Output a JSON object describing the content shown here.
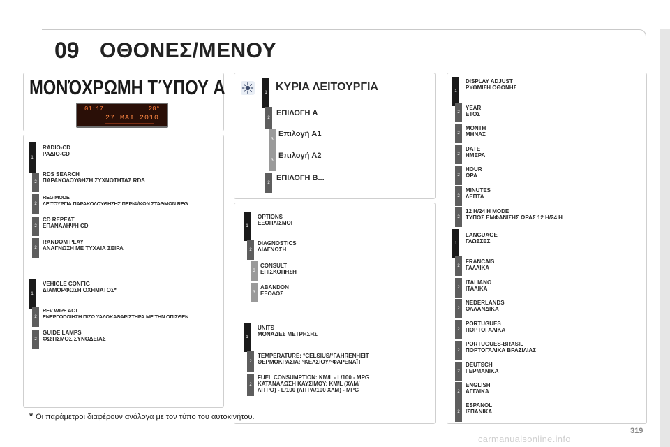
{
  "header": {
    "number": "09",
    "title": "ΟΘΟΝΕΣ/ΜΕΝΟΥ"
  },
  "left_top": {
    "title": "ΜΟΝΌΧΡΩΜΗ ΤΎΠΟΥ A",
    "lcd": {
      "time": "01:17",
      "temp": "20°",
      "date": "27 MAI 2010"
    }
  },
  "left_menu": [
    {
      "level": "1",
      "en": "RADIO-CD",
      "gr": "ΡΑΔΙΟ-CD"
    },
    {
      "level": "2",
      "en": "RDS SEARCH",
      "gr": "ΠΑΡΑΚΟΛΟΥΘΗΣΗ ΣΥΧΝΟΤΗΤΑΣ RDS"
    },
    {
      "level": "2",
      "en": "REG MODE",
      "gr": "ΛΕΙΤΟΥΡΓΙΑ ΠΑΡΑΚΟΛΟΥΘΗΣΗΣ ΠΕΡΙΦ/ΚΩΝ ΣΤΑΘΜΩΝ REG"
    },
    {
      "level": "2",
      "en": "CD REPEAT",
      "gr": "ΕΠΑΝΑΛΗΨΗ CD"
    },
    {
      "level": "2",
      "en": "RANDOM PLAY",
      "gr": "ΑΝΑΓΝΩΣΗ ΜΕ ΤΥΧΑΙΑ ΣΕΙΡΑ"
    },
    {
      "level": "1",
      "en": "VEHICLE CONFIG",
      "gr": "ΔΙΑΜΟΡΦΩΣΗ ΟΧΗΜΑΤΟΣ*"
    },
    {
      "level": "2",
      "en": "REV WIPE ACT",
      "gr": "ΕΝΕΡΓΟΠΟΙΗΣΗ ΠΙΣΩ ΥΑΛΟΚΑΘΑΡΙΣΤΗΡΑ ΜΕ ΤΗΝ ΟΠΙΣΘΕΝ"
    },
    {
      "level": "2",
      "en": "GUIDE LAMPS",
      "gr": "ΦΩΤΙΣΜΟΣ ΣΥΝΟΔΕΙΑΣ"
    }
  ],
  "main_func": {
    "title": "ΚΥΡΙΑ ΛΕΙΤΟΥΡΓΙΑ",
    "title_level": "1",
    "items": [
      {
        "level": "2",
        "label": "ΕΠΙΛΟΓΗ A"
      },
      {
        "level": "3",
        "label": "Επιλογή A1"
      },
      {
        "level": "3",
        "label": "Επιλογή A2"
      },
      {
        "level": "2",
        "label": "ΕΠΙΛΟΓΗ B..."
      }
    ]
  },
  "mid_menu": [
    {
      "level": "1",
      "en": "OPTIONS",
      "gr": "ΕΞΟΠΛΙΣΜΟΙ"
    },
    {
      "level": "2",
      "en": "DIAGNOSTICS",
      "gr": "ΔΙΑΓΝΩΣΗ"
    },
    {
      "level": "3",
      "en": "CONSULT",
      "gr": "ΕΠΙΣΚΟΠΗΣΗ"
    },
    {
      "level": "3",
      "en": "ABANDON",
      "gr": "ΕΞΟΔΟΣ"
    },
    {
      "level": "1",
      "en": "UNITS",
      "gr": "ΜΟΝΑΔΕΣ ΜΕΤΡΗΣΗΣ"
    },
    {
      "level": "2",
      "en": "TEMPERATURE: °CELSIUS/°FAHRENHEIT",
      "gr": "ΘΕΡΜΟΚΡΑΣΙΑ: °ΚΕΛΣΙΟΥ/°ΦΑΡΕΝΑΪΤ"
    },
    {
      "level": "2",
      "en": "FUEL CONSUMPTION: KM/L - L/100 - MPG",
      "gr": "ΚΑΤΑΝΑΛΩΣΗ ΚΑΥΣΙΜΟΥ: KM/L (XΛΜ/",
      "gr2": "ΛΙΤΡΟ) - L/100 (ΛΙΤΡΑ/100 ΧΛΜ) - MPG"
    }
  ],
  "right_menu": [
    {
      "level": "1",
      "en": "DISPLAY ADJUST",
      "gr": "ΡΥΘΜΙΣΗ ΟΘΟΝΗΣ"
    },
    {
      "level": "2",
      "en": "YEAR",
      "gr": "ΕΤΟΣ"
    },
    {
      "level": "2",
      "en": "MONTH",
      "gr": "ΜΗΝΑΣ"
    },
    {
      "level": "2",
      "en": "DATE",
      "gr": "ΗΜΕΡΑ"
    },
    {
      "level": "2",
      "en": "HOUR",
      "gr": "ΩΡΑ"
    },
    {
      "level": "2",
      "en": "MINUTES",
      "gr": "ΛΕΠΤΑ"
    },
    {
      "level": "2",
      "en": "12 H/24 H MODE",
      "gr": "ΤΥΠΟΣ ΕΜΦΑΝΙΣΗΣ ΩΡΑΣ 12 H/24 H"
    },
    {
      "level": "1",
      "en": "LANGUAGE",
      "gr": "ΓΛΩΣΣΕΣ"
    },
    {
      "level": "2",
      "en": "FRANCAIS",
      "gr": "ΓΑΛΛΙΚΑ"
    },
    {
      "level": "2",
      "en": "ITALIANO",
      "gr": "ΙΤΑΛΙΚΑ"
    },
    {
      "level": "2",
      "en": "NEDERLANDS",
      "gr": "ΟΛΛΑΝΔΙΚΑ"
    },
    {
      "level": "2",
      "en": "PORTUGUES",
      "gr": "ΠΟΡΤΟΓΑΛΙΚΑ"
    },
    {
      "level": "2",
      "en": "PORTUGUES-BRASIL",
      "gr": "ΠΟΡΤΟΓΑΛΙΚΑ ΒΡΑΖΙΛΙΑΣ"
    },
    {
      "level": "2",
      "en": "DEUTSCH",
      "gr": "ΓΕΡΜΑΝΙΚΑ"
    },
    {
      "level": "2",
      "en": "ENGLISH",
      "gr": "ΑΓΓΛΙΚΑ"
    },
    {
      "level": "2",
      "en": "ESPANOL",
      "gr": "ΙΣΠΑΝΙΚΑ"
    }
  ],
  "footnote": {
    "star": "*",
    "text": "Οι παράμετροι διαφέρουν ανάλογα με τον τύπο του αυτοκινήτου."
  },
  "page_number": "319",
  "watermark": "carmanualsonline.info"
}
